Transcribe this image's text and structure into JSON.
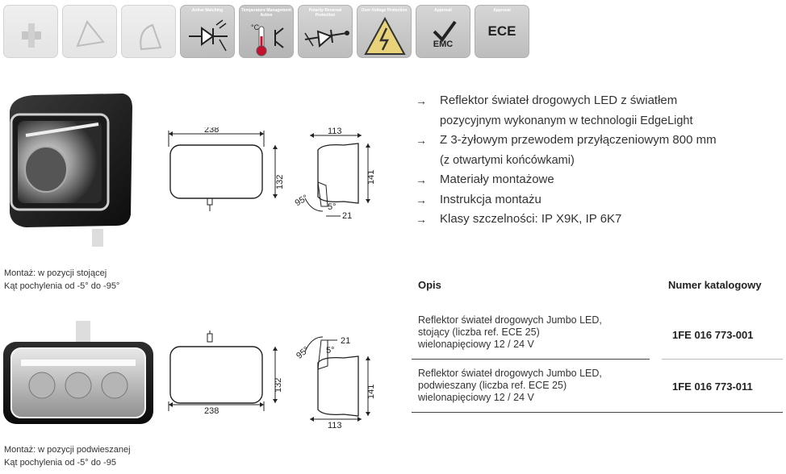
{
  "feature_icons": [
    {
      "caption": "",
      "icon": "lamp-plug-icon"
    },
    {
      "caption": "",
      "icon": "lamp-side-icon"
    },
    {
      "caption": "",
      "icon": "lamp-angle-icon"
    },
    {
      "caption": "Active Matching",
      "icon": "diode-icon"
    },
    {
      "caption": "Temperature Management Active",
      "icon": "thermometer-icon"
    },
    {
      "caption": "Polarity Reversal Protection",
      "icon": "polarity-diode-icon"
    },
    {
      "caption": "Over-Voltage Protection",
      "icon": "voltage-warning-icon"
    },
    {
      "caption": "Approval",
      "icon": "emc-check-icon",
      "label": "EMC"
    },
    {
      "caption": "Approval",
      "icon": "ece-icon",
      "label": "ECE"
    }
  ],
  "drawings": {
    "standing": {
      "width": "238",
      "height": "132",
      "depth": "113",
      "side_height": "141",
      "offset": "21",
      "angle_a": "95°",
      "angle_b": "5°"
    },
    "hanging": {
      "width": "238",
      "height": "132",
      "depth": "113",
      "side_height": "141",
      "offset": "21",
      "angle_a": "95°",
      "angle_b": "5°"
    }
  },
  "captions": {
    "standing": [
      "Montaż: w pozycji stojącej",
      "Kąt pochylenia od -5° do -95°"
    ],
    "hanging": [
      "Montaż: w pozycji podwieszanej",
      "Kąt pochylenia od -5° do -95"
    ]
  },
  "bullets": [
    {
      "arrow": "→",
      "text": "Reflektor świateł drogowych LED z światłem",
      "cont": "pozycyjnym wykonanym w technologii EdgeLight"
    },
    {
      "arrow": "→",
      "text": "Z 3-żyłowym przewodem przyłączeniowym 800 mm",
      "cont": "(z otwartymi końcówkami)"
    },
    {
      "arrow": "→",
      "text": "Materiały montażowe"
    },
    {
      "arrow": "→",
      "text": "Instrukcja montażu"
    },
    {
      "arrow": "→",
      "text": "Klasy szczelności: IP X9K, IP 6K7"
    }
  ],
  "table": {
    "col_desc": "Opis",
    "col_cat": "Numer katalogowy",
    "rows": [
      {
        "desc": [
          "Reflektor świateł drogowych Jumbo LED,",
          "stojący (liczba ref. ECE 25)",
          "wielonapięciowy 12 / 24 V"
        ],
        "cat": "1FE 016 773-001"
      },
      {
        "desc": [
          "Reflektor świateł drogowych Jumbo LED,",
          "podwieszany (liczba ref. ECE 25)",
          "wielonapięciowy 12 / 24 V"
        ],
        "cat": "1FE 016 773-011"
      }
    ]
  },
  "colors": {
    "icon_bg": "#c4c4c4",
    "text": "#333333",
    "rule": "#444444"
  }
}
